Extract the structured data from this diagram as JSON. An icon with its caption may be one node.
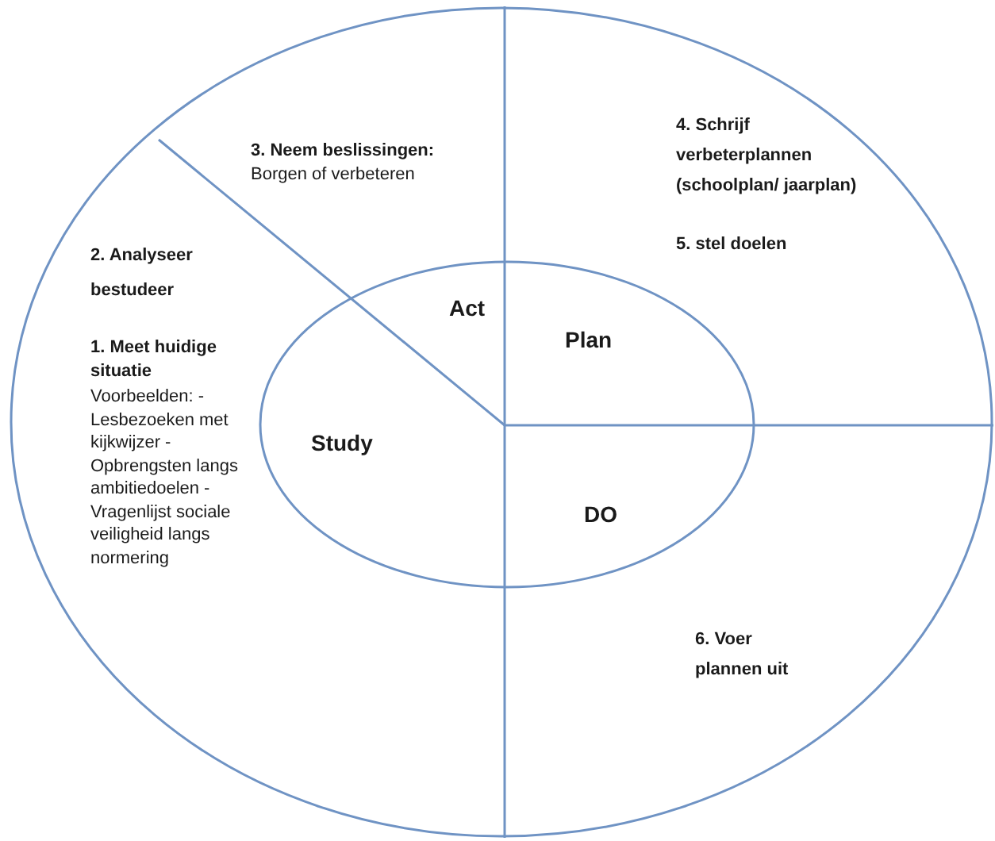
{
  "diagram": {
    "nodes": [
      {
        "text": [
          "3. Neem beslissingen:",
          "Borgen of verbeteren",
          "4. Schrijf verbeterplannen (schoolplan/ jaarplan)",
          "5. stel doelen",
          "2. Analyseer bestudeer",
          "1. Meet huidige situatie",
          "Voorbeelden: - Lesbezoeken met kijkwijzer - Opbrengsten langs ambitiedoelen -Vragenlijst sociale veiligheid langs normering",
          "6. Voer plannen uit"
        ]
      },
      {
        "text": [
          "Act",
          "Plan",
          "Study",
          "DO"
        ],
        "in": 0
      }
    ],
    "edges": []
  }
}
